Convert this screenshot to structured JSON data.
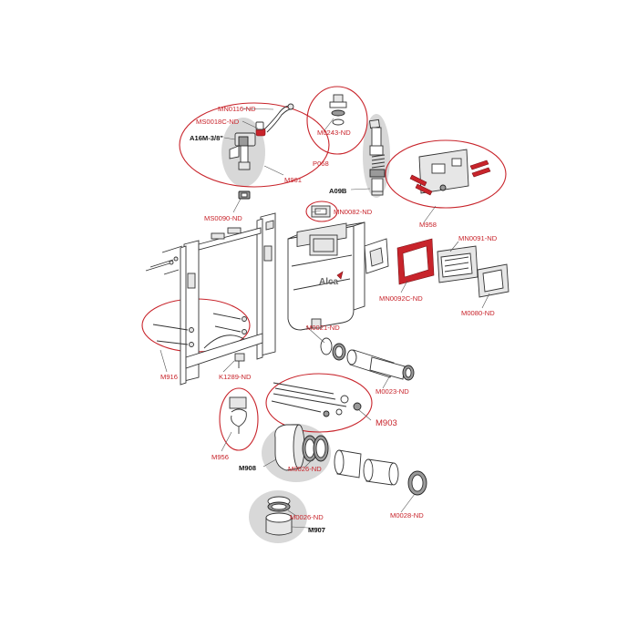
{
  "labels": {
    "mn0116": "MN0116-ND",
    "ms0018c": "MS0018C-ND",
    "a16m": "A16M-3/8\"",
    "m961": "M961",
    "ms0090": "MS0090-ND",
    "m0243": "M0243-ND",
    "p068": "P068",
    "a09b": "A09B",
    "mn0082": "MN0082-ND",
    "m958": "M958",
    "mn0091": "MN0091-ND",
    "mn0092c": "MN0092C-ND",
    "m0080": "M0080-ND",
    "m0021": "M0021-ND",
    "m916": "M916",
    "k1289": "K1289-ND",
    "m0023": "M0023-ND",
    "m903": "M903",
    "m956": "M956",
    "m908": "M908",
    "m0026a": "M0026-ND",
    "m0028": "M0028-ND",
    "m0026b": "M0026-ND",
    "m907": "M907"
  },
  "brand": "Alca",
  "colors": {
    "label_red": "#c8242b",
    "label_black": "#111111",
    "highlight_grey": "#d8d8d8"
  }
}
